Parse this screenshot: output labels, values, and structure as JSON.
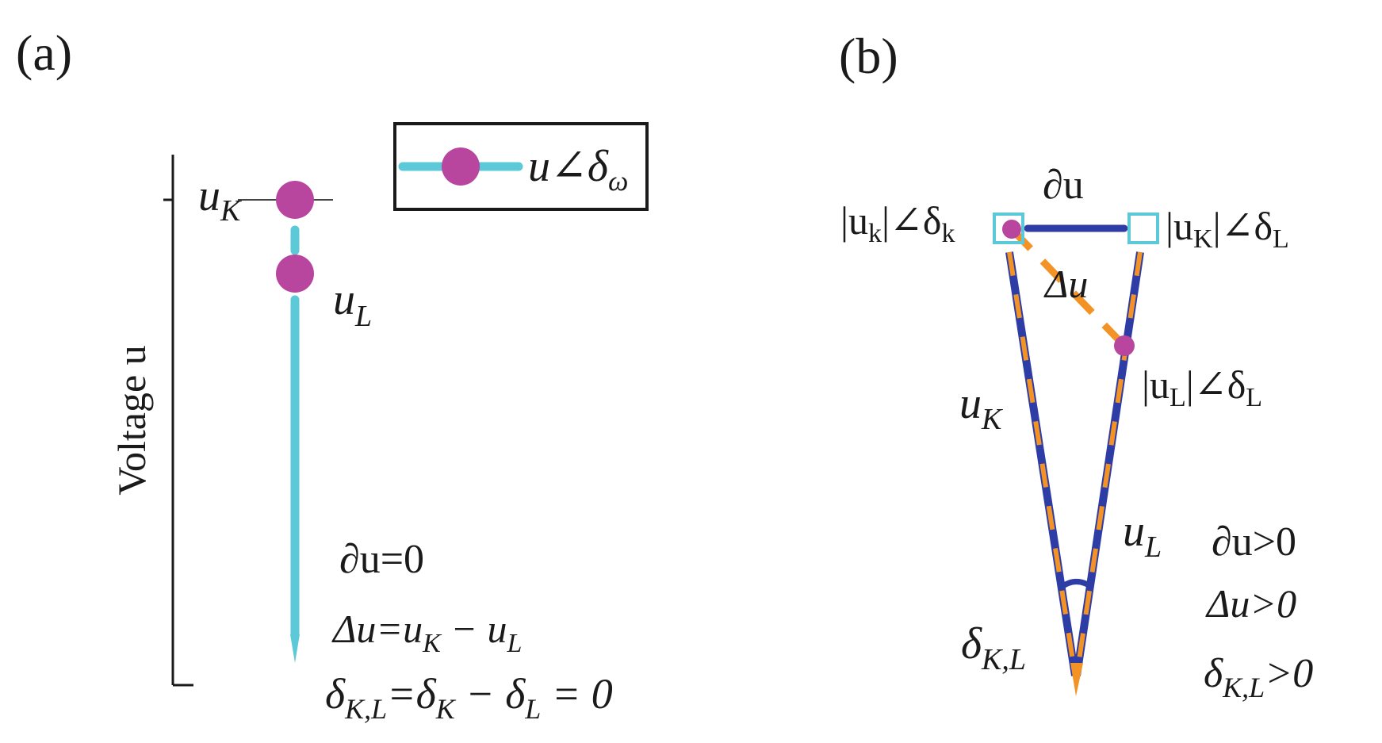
{
  "colors": {
    "cyan": "#5bc9d8",
    "magenta": "#b8459e",
    "navy": "#2e3da6",
    "orange": "#f39325",
    "ink": "#1a1a1a"
  },
  "panel_a": {
    "label": "(a)",
    "axis_label": "Voltage u",
    "tick_main": "u",
    "tick_sub": "K",
    "point_l_main": "u",
    "point_l_sub": "L",
    "legend": {
      "main": "u∠δ",
      "sub": "ω"
    },
    "eq1": "∂u=0",
    "eq2": {
      "delta": "Δu=",
      "u1": "u",
      "s1": "K",
      "minus": " − ",
      "u2": "u",
      "s2": "L"
    },
    "eq3": {
      "d0": "δ",
      "s0": "K,L",
      "eq": "=",
      "d1": "δ",
      "s1": "K",
      "minus": " − ",
      "d2": "δ",
      "s2": "L",
      "tail": " = 0"
    }
  },
  "panel_b": {
    "label": "(b)",
    "partial_u": "∂u",
    "uk_phasor": {
      "pre": "|u",
      "s1": "k",
      "mid": "|∠δ",
      "s2": "k"
    },
    "uK_phasor": {
      "pre": "|u",
      "s1": "K",
      "mid": "|∠δ",
      "s2": "L"
    },
    "uL_phasor": {
      "pre": "|u",
      "s1": "L",
      "mid": "|∠δ",
      "s2": "L"
    },
    "delta_u": "Δu",
    "side_k": {
      "main": "u",
      "sub": "K"
    },
    "side_l": {
      "main": "u",
      "sub": "L"
    },
    "angle": {
      "main": "δ",
      "sub": "K,L"
    },
    "cond1": "∂u>0",
    "cond2": "Δu>0",
    "cond3": {
      "main": "δ",
      "sub": "K,L",
      "tail": ">0"
    }
  }
}
